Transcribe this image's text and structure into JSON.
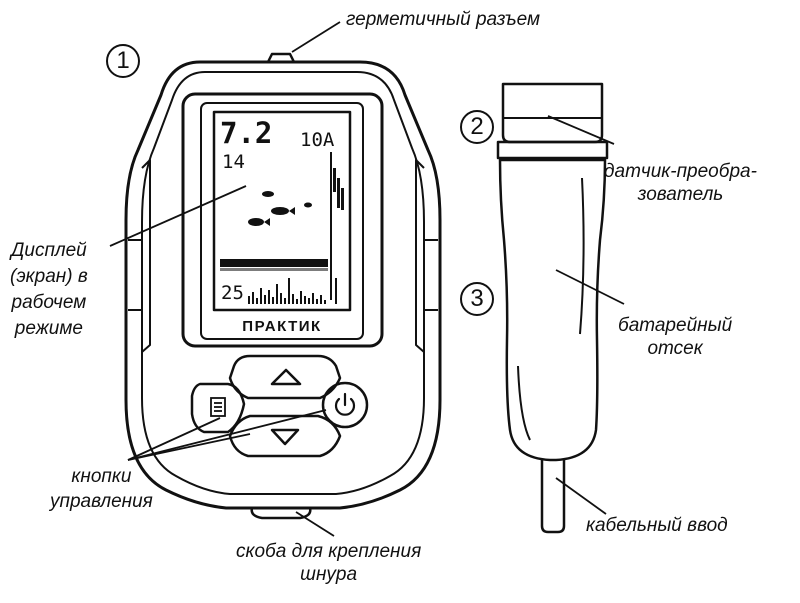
{
  "labels": {
    "connector": "герметичный разъем",
    "sensor": "датчик-преобра-\nзователь",
    "display": "Дисплей\n(экран) в\nрабочем\nрежиме",
    "battery": "батарейный\nотсек",
    "buttons": "кнопки\nуправления",
    "cable": "кабельный ввод",
    "clip": "скоба для крепления\nшнура"
  },
  "numbers": {
    "device": "1",
    "sensor": "2",
    "battery": "3"
  },
  "screen": {
    "depth": "7.2",
    "temperature": "14",
    "range": "10A",
    "scale_min": "25"
  },
  "brand": "ПРАКТИК",
  "icons": {
    "menu": "menu-icon",
    "up": "triangle-up-icon",
    "down": "triangle-down-icon",
    "power": "power-icon"
  },
  "colors": {
    "ink": "#111111",
    "background": "#ffffff"
  }
}
